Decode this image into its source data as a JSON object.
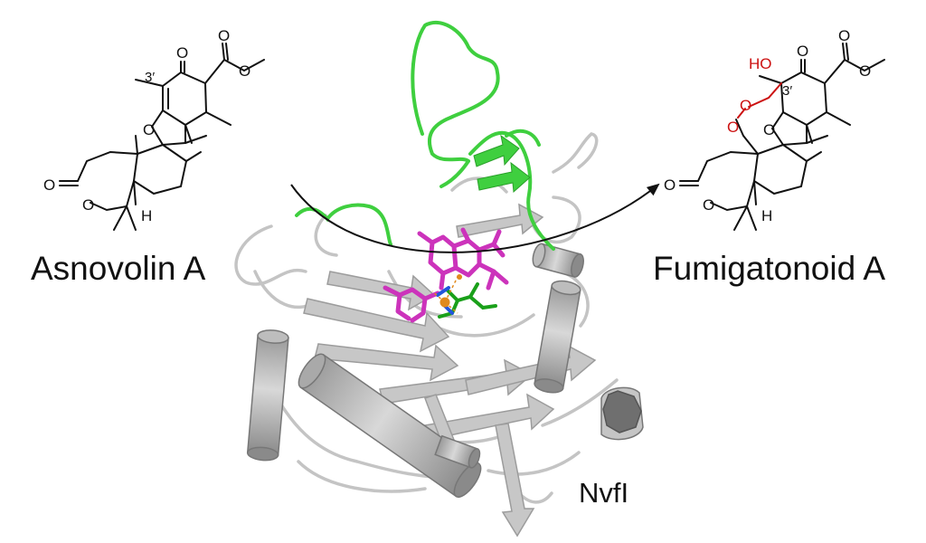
{
  "substrate": {
    "name": "Asnovolin A",
    "atoms": {
      "o_ketone": "O",
      "o_ester_top": "O",
      "o_ester_single": "O",
      "o_furan": "O",
      "o_lactone_carbonyl": "O",
      "o_lactone_ring": "O",
      "h": "H",
      "position": "3′"
    }
  },
  "product": {
    "name": "Fumigatonoid A",
    "atoms": {
      "o_ketone": "O",
      "o_ester_top": "O",
      "o_ester_single": "O",
      "o_furan": "O",
      "o_lactone_carbonyl": "O",
      "o_lactone_ring": "O",
      "h": "H",
      "position": "3′",
      "hydroxyl": "HO",
      "peroxide_o1": "O",
      "peroxide_o2": "O"
    }
  },
  "enzyme": {
    "name": "NvfI"
  },
  "colors": {
    "protein_gray": "#b9b9b9",
    "protein_dark": "#7d7d7d",
    "loop_green": "#3fcf3f",
    "ligand_magenta": "#cc33bb",
    "iron_orange": "#e08a1e",
    "highlight_red": "#cc1111",
    "ink": "#111111"
  }
}
